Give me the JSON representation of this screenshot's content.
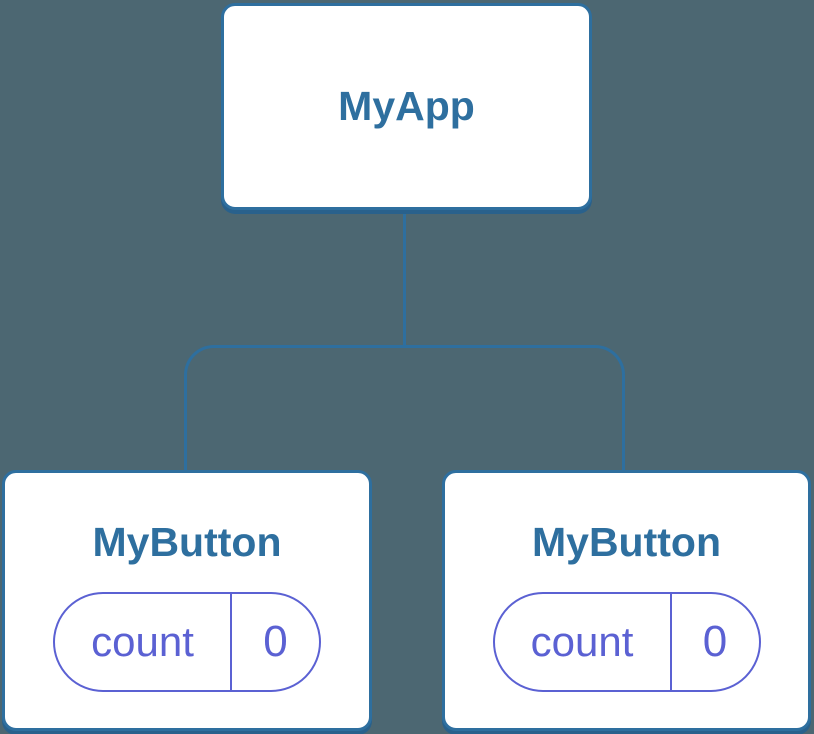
{
  "colors": {
    "background": "#4C6772",
    "node": "#2E6F9F",
    "node_shadow": "#29618C",
    "node_fill": "#FFFFFF",
    "state": "#5B61D3"
  },
  "diagram": {
    "root": {
      "label": "MyApp"
    },
    "children": [
      {
        "label": "MyButton",
        "state": {
          "key": "count",
          "value": "0"
        }
      },
      {
        "label": "MyButton",
        "state": {
          "key": "count",
          "value": "0"
        }
      }
    ]
  }
}
